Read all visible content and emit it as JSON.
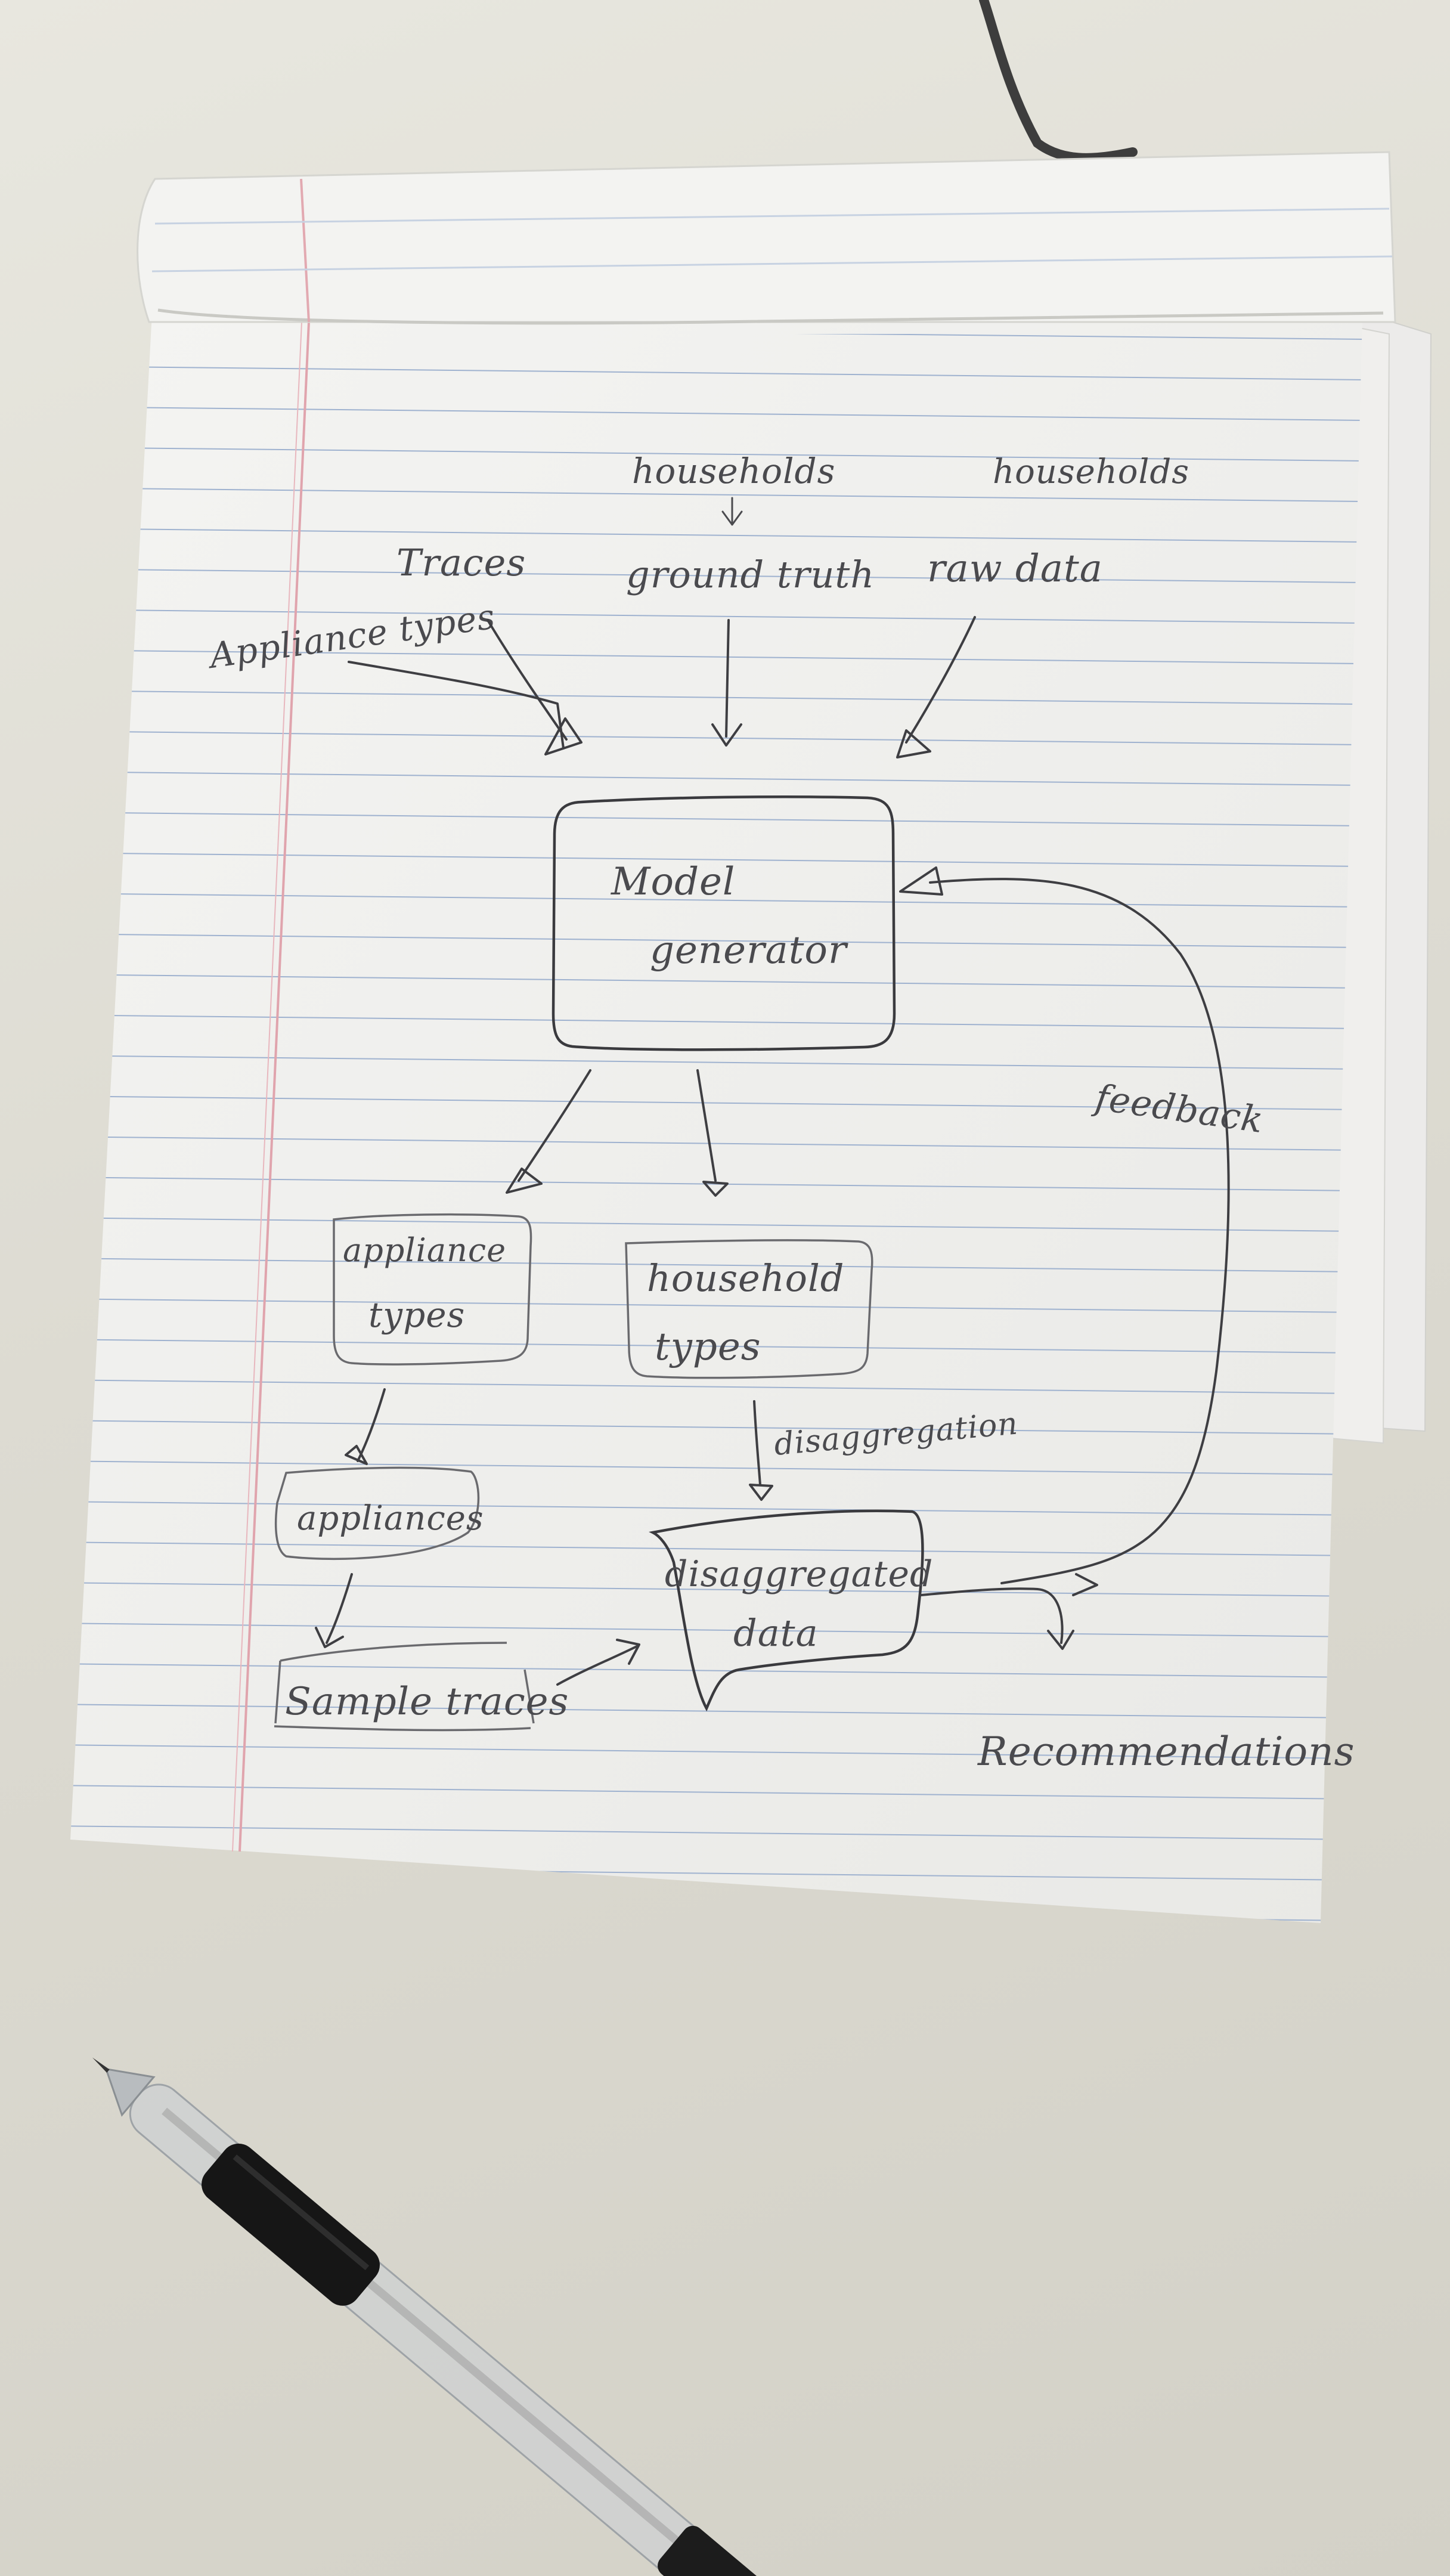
{
  "diagram": {
    "nodes": {
      "appliance_types_in": "Appliance types",
      "traces": "Traces",
      "households_top": "households",
      "ground_truth": "ground truth",
      "households_raw": "households",
      "raw_data": "raw data",
      "model_generator_l1": "Model",
      "model_generator_l2": "generator",
      "appliance_types_box_l1": "appliance",
      "appliance_types_box_l2": "types",
      "household_types_l1": "household",
      "household_types_l2": "types",
      "appliances": "appliances",
      "sample_traces": "Sample traces",
      "disaggregated_l1": "disaggregated",
      "disaggregated_l2": "data",
      "recommendations": "Recommendations"
    },
    "edge_labels": {
      "feedback": "feedback",
      "disaggregation": "disaggregation"
    }
  }
}
